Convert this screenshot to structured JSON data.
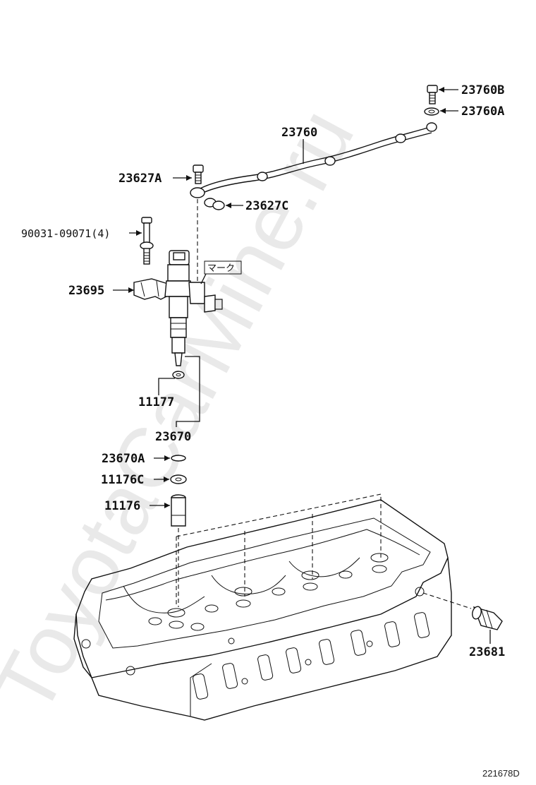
{
  "diagram": {
    "labels": {
      "p23760B": "23760B",
      "p23760A": "23760A",
      "p23760": "23760",
      "p23627A": "23627A",
      "p23627C": "23627C",
      "p90031": "90031-09071(4)",
      "mark": "マーク",
      "p23695": "23695",
      "p11177": "11177",
      "p23670": "23670",
      "p23670A": "23670A",
      "p11176C": "11176C",
      "p11176": "11176",
      "p23681": "23681"
    },
    "figure_code": "221678D",
    "watermark": "ToyotaCarMine.ru"
  }
}
